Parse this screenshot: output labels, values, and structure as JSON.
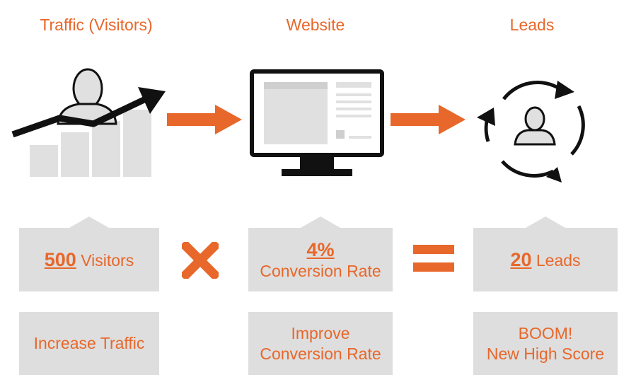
{
  "columns": {
    "traffic": {
      "title": "Traffic (Visitors)",
      "icon": "traffic-growth-icon"
    },
    "website": {
      "title": "Website",
      "icon": "monitor-icon"
    },
    "leads": {
      "title": "Leads",
      "icon": "lead-cycle-icon"
    }
  },
  "metrics": {
    "visitors": {
      "value": "500",
      "label": "Visitors"
    },
    "conversion": {
      "value": "4%",
      "label": "Conversion Rate"
    },
    "leads": {
      "value": "20",
      "label": "Leads"
    }
  },
  "actions": {
    "traffic": {
      "text": "Increase Traffic"
    },
    "conversion": {
      "line1": "Improve",
      "line2": "Conversion Rate"
    },
    "leads": {
      "line1": "BOOM!",
      "line2": "New High Score"
    }
  },
  "colors": {
    "accent": "#e8672a",
    "box": "#dedede",
    "icon": "#111111",
    "icon_fill": "#e0e0e0"
  }
}
